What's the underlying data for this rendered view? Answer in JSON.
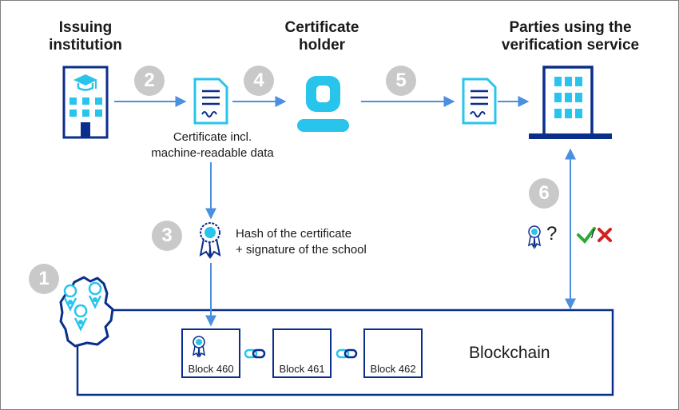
{
  "headings": {
    "issuer": "Issuing\ninstitution",
    "holder": "Certificate\nholder",
    "parties": "Parties using the\nverification service"
  },
  "steps": [
    "1",
    "2",
    "3",
    "4",
    "5",
    "6"
  ],
  "labels": {
    "certificate": "Certificate incl.\nmachine-readable data",
    "hash": "Hash of the certificate\n+ signature of the school",
    "question": "?",
    "check_separator": "/"
  },
  "blockchain": {
    "title": "Blockchain",
    "blocks": [
      "Block 460",
      "Block 461",
      "Block 462"
    ]
  },
  "icons": {
    "issuer": "school-building-icon",
    "document": "certificate-document-icon",
    "holder": "person-icon",
    "verifier": "office-building-icon",
    "hash": "award-rosette-icon",
    "map": "germany-map-pins-icon",
    "chain": "chain-link-icon",
    "check": "check-icon",
    "cross": "cross-icon"
  },
  "colors": {
    "navy": "#0a2e8c",
    "cyan": "#29c4ec",
    "arrow": "#4a8fe0",
    "step_gray": "#c9c9c9",
    "check_green": "#2ea836",
    "cross_red": "#d42020"
  }
}
